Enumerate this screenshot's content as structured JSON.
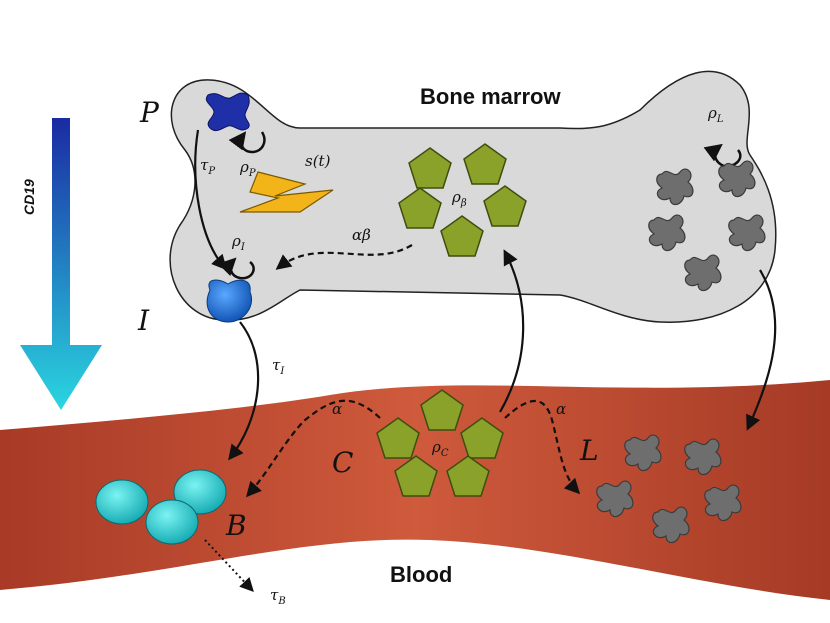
{
  "labels": {
    "bone_marrow": "Bone marrow",
    "blood": "Blood",
    "cd19": "CD19",
    "P": "P",
    "I": "I",
    "C": "C",
    "B": "B",
    "L": "L"
  },
  "params": {
    "tau": "τ",
    "rho": "ρ",
    "sub_P": "P",
    "sub_I": "I",
    "sub_B": "B",
    "sub_L": "L",
    "sub_beta": "β",
    "sub_C": "C",
    "s_t": "s(t)",
    "alpha_beta": "αβ",
    "alpha": "α"
  },
  "colors": {
    "bone": "#d9d9d9",
    "blood": "#b9432c",
    "cart": "#8aa22a",
    "leukemia": "#6e6e6e",
    "progenitor": "#1e2fa8",
    "immature": "#1f77d0",
    "bcell": "#22cfd0",
    "signal": "#f2b418"
  }
}
